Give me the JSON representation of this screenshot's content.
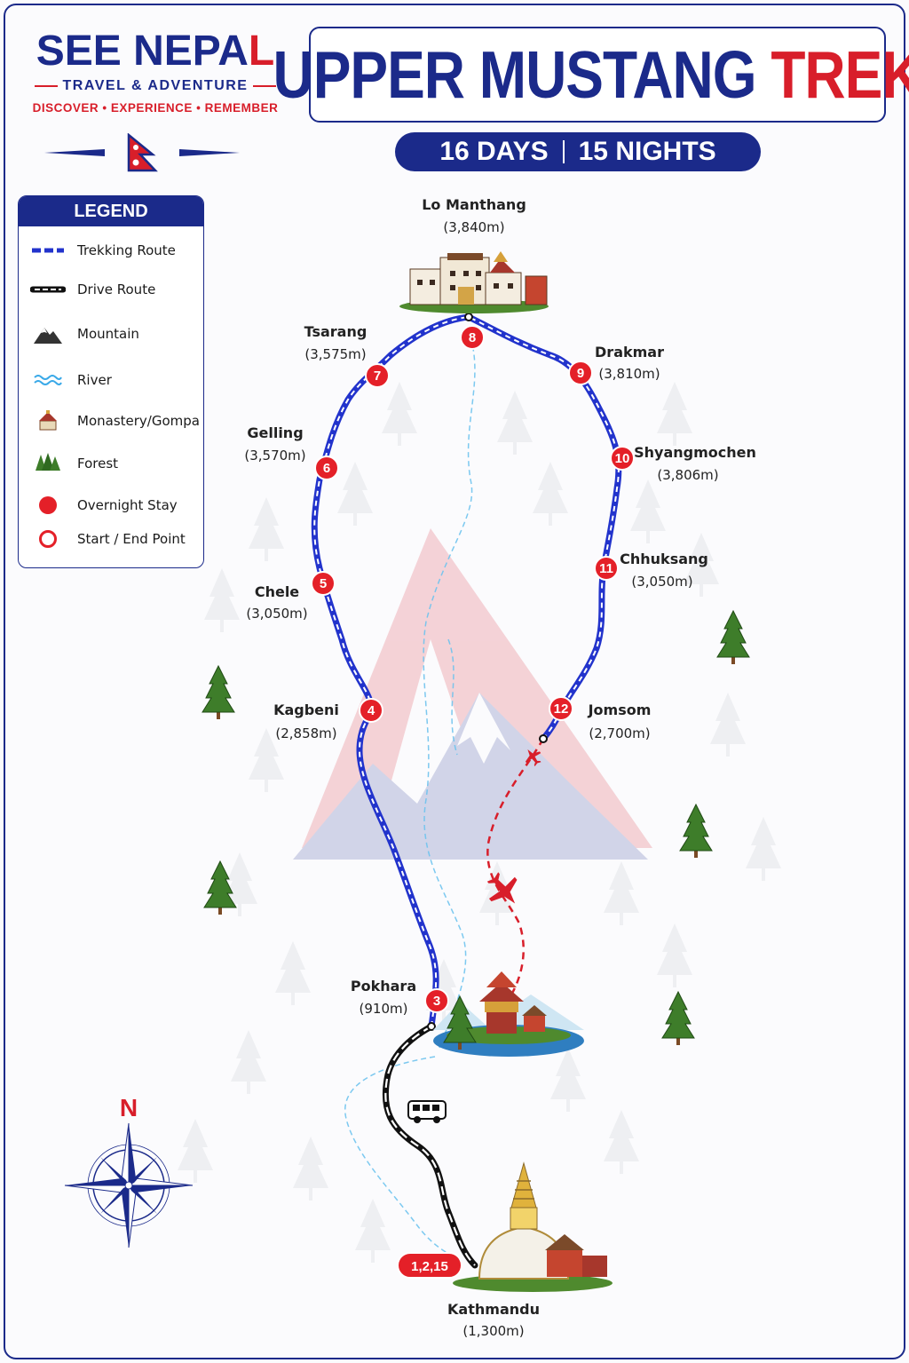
{
  "brand": {
    "name_part1": "SEE NEPA",
    "name_part2": "L",
    "tagline": "TRAVEL & ADVENTURE",
    "motto": "DISCOVER • EXPERIENCE • REMEMBER"
  },
  "title": {
    "part1": "UPPER MUSTANG ",
    "part2": "TREK"
  },
  "duration": {
    "days": "16 DAYS",
    "nights": "15 NIGHTS"
  },
  "legend": {
    "heading": "LEGEND",
    "items": [
      {
        "label": "Trekking Route",
        "icon": "trekking-route-line"
      },
      {
        "label": "Drive Route",
        "icon": "drive-route-line"
      },
      {
        "label": "Mountain",
        "icon": "mountain-icon"
      },
      {
        "label": "River",
        "icon": "river-icon"
      },
      {
        "label": "Monastery/Gompa",
        "icon": "monastery-icon"
      },
      {
        "label": "Forest",
        "icon": "forest-icon"
      },
      {
        "label": "Overnight Stay",
        "icon": "overnight-stay-dot"
      },
      {
        "label": "Start / End Point",
        "icon": "start-end-ring"
      }
    ]
  },
  "compass": {
    "north_label": "N"
  },
  "stops": [
    {
      "badge": "1,2,15",
      "name": "Kathmandu",
      "altitude": "(1,300m)"
    },
    {
      "badge": "3",
      "name": "Pokhara",
      "altitude": "(910m)"
    },
    {
      "badge": "4",
      "name": "Kagbeni",
      "altitude": "(2,858m)"
    },
    {
      "badge": "5",
      "name": "Chele",
      "altitude": "(3,050m)"
    },
    {
      "badge": "6",
      "name": "Gelling",
      "altitude": "(3,570m)"
    },
    {
      "badge": "7",
      "name": "Tsarang",
      "altitude": "(3,575m)"
    },
    {
      "badge": "8",
      "name": "Lo Manthang",
      "altitude": "(3,840m)"
    },
    {
      "badge": "9",
      "name": "Drakmar",
      "altitude": "(3,810m)"
    },
    {
      "badge": "10",
      "name": "Shyangmochen",
      "altitude": "(3,806m)"
    },
    {
      "badge": "11",
      "name": "Chhuksang",
      "altitude": "(3,050m)"
    },
    {
      "badge": "12",
      "name": "Jomsom",
      "altitude": "(2,700m)"
    }
  ],
  "colors": {
    "brand_blue": "#1b2a8a",
    "accent_red": "#d81e2a",
    "trek_route": "#2233cc",
    "drive_route": "#111111",
    "river": "#6ec3ee",
    "forest": "#3e7d2a"
  }
}
